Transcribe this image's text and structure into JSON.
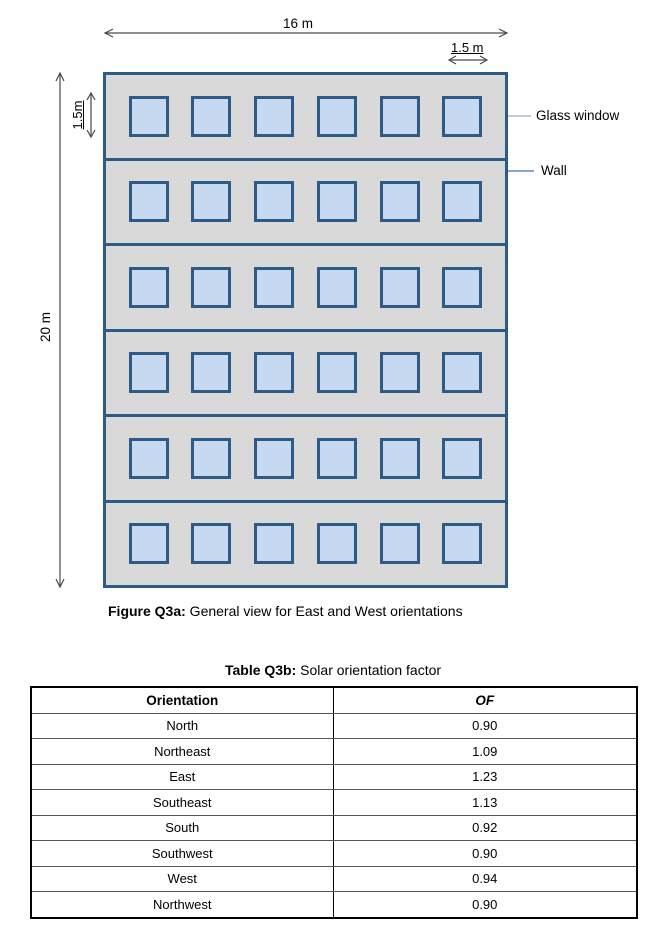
{
  "colors": {
    "facade_border": "#2e5a88",
    "wall_fill": "#d9d9d9",
    "window_fill": "#c6d9f1",
    "window_border": "#2e5a88",
    "glass_leader": "#a5bedd",
    "wall_leader": "#6189b8",
    "dimension_lines": "#4a4a4a",
    "text": "#000000"
  },
  "figure": {
    "dimensions": {
      "width_label": "16 m",
      "window_width_label": "1.5 m",
      "window_height_label": "1.5m",
      "height_label": "20 m"
    },
    "facade": {
      "floors": 6,
      "windows_per_floor": 6
    },
    "labels": {
      "glass_window": "Glass window",
      "wall": "Wall"
    },
    "caption_prefix": "Figure Q3a:",
    "caption_text": " General view for East and West orientations"
  },
  "table": {
    "title_prefix": "Table Q3b:",
    "title_text": " Solar orientation factor",
    "headers": [
      "Orientation",
      "OF"
    ],
    "rows": [
      {
        "orientation": "North",
        "of": "0.90"
      },
      {
        "orientation": "Northeast",
        "of": "1.09"
      },
      {
        "orientation": "East",
        "of": "1.23"
      },
      {
        "orientation": "Southeast",
        "of": "1.13"
      },
      {
        "orientation": "South",
        "of": "0.92"
      },
      {
        "orientation": "Southwest",
        "of": "0.90"
      },
      {
        "orientation": "West",
        "of": "0.94"
      },
      {
        "orientation": "Northwest",
        "of": "0.90"
      }
    ]
  }
}
